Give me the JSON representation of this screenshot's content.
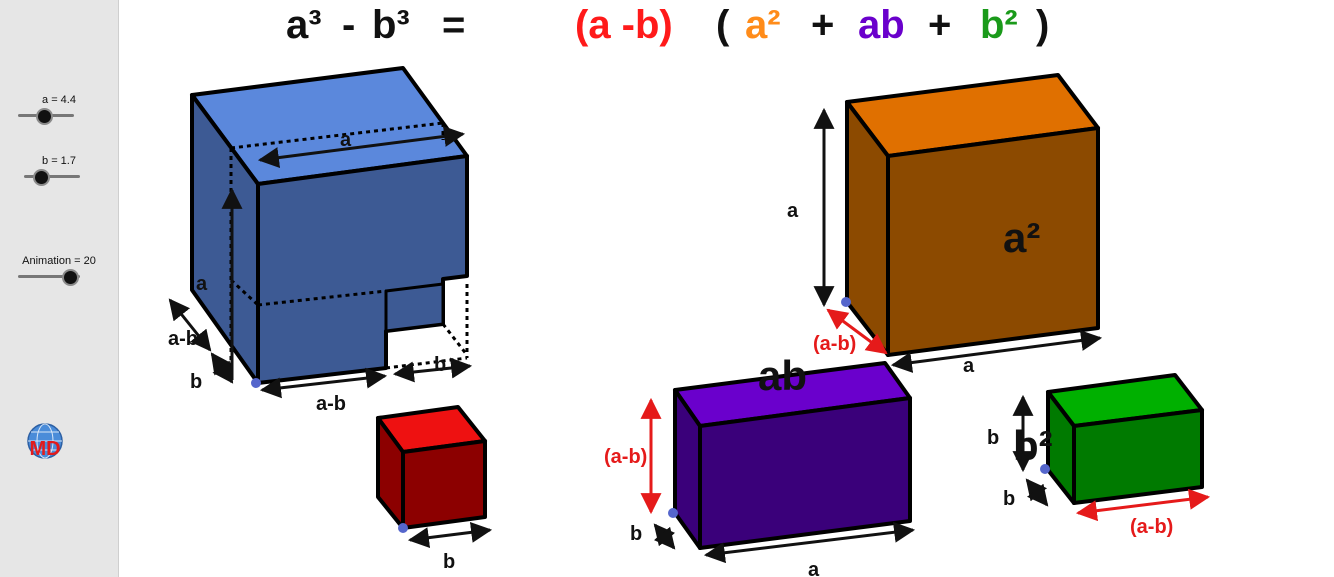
{
  "colors": {
    "red": "#ff1a1a",
    "orange": "#ff8c1a",
    "purple": "#6a00cc",
    "green": "#1a9a1a",
    "cube_blue": "#3d5a94",
    "orange_box": "#8c4a00",
    "purple_box": "#3a007a",
    "green_box": "#007a00",
    "red_cube": "#8c0000"
  },
  "sliders": {
    "a_label": "a = 4.4",
    "a_value": 4.4,
    "b_label": "b = 1.7",
    "b_value": 1.7,
    "animation_label": "Animation = 20",
    "animation_value": 20
  },
  "logo": {
    "text": "MD"
  },
  "equation": {
    "lhs_a": "a³",
    "minus": "-",
    "lhs_b": "b³",
    "equals": "=",
    "factor": "(a -b)",
    "open_paren": "(",
    "term1": "a²",
    "plus1": "+",
    "term2": "ab",
    "plus2": "+",
    "term3": "b²",
    "close_paren": ")"
  },
  "labels": {
    "cube_a_top": "a",
    "cube_a_side": "a",
    "cube_amb_depth": "a-b",
    "cube_b_depth": "b",
    "cube_amb_bottom": "a-b",
    "cube_b_notch": "b",
    "red_b": "b",
    "orange_a_height": "a",
    "orange_a_width": "a",
    "orange_amb": "(a-b)",
    "orange_term": "a²",
    "purple_term": "ab",
    "purple_amb": "(a-b)",
    "purple_b": "b",
    "purple_a": "a",
    "green_term": "b²",
    "green_b_height": "b",
    "green_b_depth": "b",
    "green_amb": "(a-b)"
  }
}
